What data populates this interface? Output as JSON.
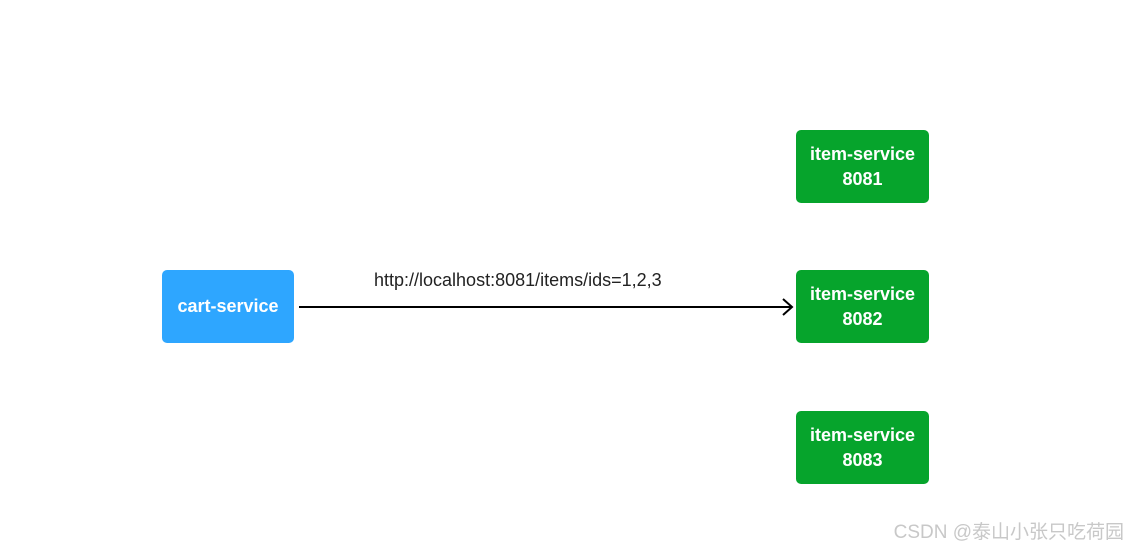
{
  "nodes": {
    "cart": {
      "label": "cart-service",
      "color": "#2ea6ff"
    },
    "items": [
      {
        "name": "item-service",
        "port": "8081",
        "color": "#06a42c"
      },
      {
        "name": "item-service",
        "port": "8082",
        "color": "#06a42c"
      },
      {
        "name": "item-service",
        "port": "8083",
        "color": "#06a42c"
      }
    ]
  },
  "edge": {
    "label": "http://localhost:8081/items/ids=1,2,3",
    "from": "cart-service",
    "to": "item-service 8082"
  },
  "watermark": "CSDN @泰山小张只吃荷园"
}
